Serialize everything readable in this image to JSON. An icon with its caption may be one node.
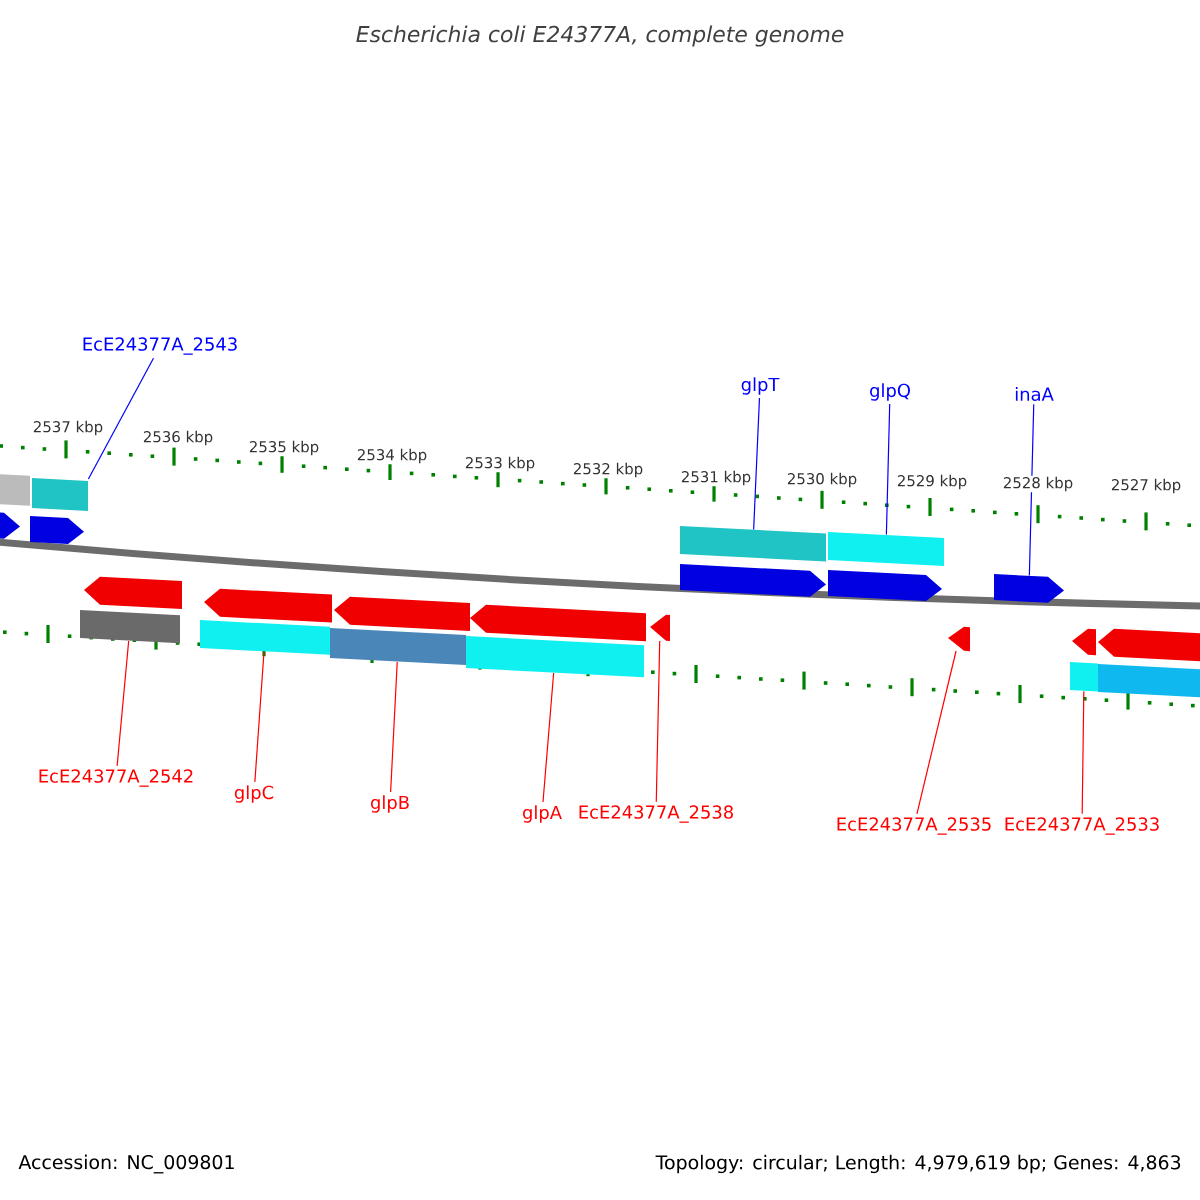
{
  "diagram": {
    "title": "Escherichia coli E24377A, complete genome",
    "nodes": [
      {
        "text": [
          "EcE24377A_2543"
        ]
      },
      {
        "text": [
          "glpT"
        ]
      },
      {
        "text": [
          "glpQ"
        ]
      },
      {
        "text": [
          "inaA"
        ]
      },
      {
        "text": [
          "EcE24377A_2542"
        ]
      },
      {
        "text": [
          "glpC"
        ]
      },
      {
        "text": [
          "glpB"
        ]
      },
      {
        "text": [
          "glpA"
        ]
      },
      {
        "text": [
          "EcE24377A_2538"
        ]
      },
      {
        "text": [
          "EcE24377A_2535"
        ]
      },
      {
        "text": [
          "EcE24377A_2533"
        ]
      },
      {
        "text": [],
        "shape": "bar"
      },
      {
        "text": [],
        "shape": "bar"
      },
      {
        "text": [],
        "shape": "bar"
      },
      {
        "text": [],
        "shape": "bar"
      },
      {
        "text": [],
        "shape": "bar"
      },
      {
        "text": [],
        "shape": "bar"
      },
      {
        "text": [],
        "shape": "bar"
      },
      {
        "text": [],
        "shape": "bar"
      },
      {
        "text": [],
        "shape": "bar"
      },
      {
        "text": [],
        "shape": "bar"
      },
      {
        "text": [],
        "shape": "bar"
      },
      {
        "text": [],
        "shape": "bar"
      },
      {
        "text": [],
        "shape": "bar"
      },
      {
        "text": [],
        "shape": "bar"
      },
      {
        "text": [],
        "shape": "bar"
      },
      {
        "text": [],
        "shape": "bar"
      },
      {
        "text": [],
        "shape": "bar"
      },
      {
        "text": [],
        "shape": "bar"
      },
      {
        "text": [],
        "shape": "bar"
      },
      {
        "text": [],
        "shape": "bar"
      },
      {
        "text": [],
        "shape": "bar"
      },
      {
        "text": [],
        "shape": "bar"
      },
      {
        "text": [],
        "shape": "bar"
      }
    ],
    "edges": [
      {
        "from": 0,
        "to": 14,
        "arrow": "none",
        "color": "#0000ff"
      },
      {
        "from": 1,
        "to": 24,
        "arrow": "none",
        "color": "#0000ff"
      },
      {
        "from": 2,
        "to": 26,
        "arrow": "none",
        "color": "#0000ff"
      },
      {
        "from": 3,
        "to": 29,
        "arrow": "none",
        "color": "#0000ff"
      },
      {
        "from": 4,
        "to": 15,
        "arrow": "none"
      },
      {
        "from": 5,
        "to": 17,
        "arrow": "none"
      },
      {
        "from": 6,
        "to": 19,
        "arrow": "none"
      },
      {
        "from": 7,
        "to": 21,
        "arrow": "none"
      },
      {
        "from": 8,
        "to": 23,
        "arrow": "none"
      },
      {
        "from": 9,
        "to": 28,
        "arrow": "none"
      },
      {
        "from": 10,
        "to": 30,
        "arrow": "none"
      }
    ],
    "labels": [
      "2537 kbp",
      "2536 kbp",
      "2535 kbp",
      "2534 kbp",
      "2533 kbp",
      "2532 kbp",
      "2531 kbp",
      "2530 kbp",
      "2529 kbp",
      "2528 kbp",
      "2527 kbp",
      "Accession: NC_009801",
      "Topology: circular; Length: 4,979,619 bp; Genes: 4,863"
    ]
  }
}
